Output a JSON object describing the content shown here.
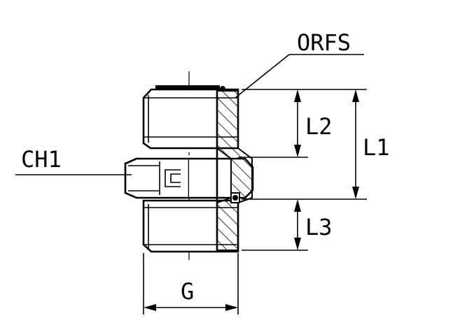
{
  "labels": {
    "orfs": "ORFS",
    "ch1": "CH1",
    "l1": "L1",
    "l2": "L2",
    "l3": "L3",
    "g": "G"
  }
}
